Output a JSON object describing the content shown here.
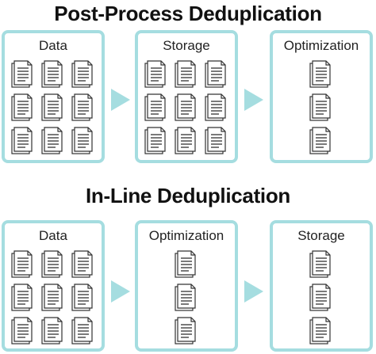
{
  "sections": [
    {
      "title": "Post-Process Deduplication",
      "panels": [
        {
          "label": "Data",
          "layout": "grid"
        },
        {
          "label": "Storage",
          "layout": "grid"
        },
        {
          "label": "Optimization",
          "layout": "column"
        }
      ]
    },
    {
      "title": "In-Line Deduplication",
      "panels": [
        {
          "label": "Data",
          "layout": "grid"
        },
        {
          "label": "Optimization",
          "layout": "column"
        },
        {
          "label": "Storage",
          "layout": "column"
        }
      ]
    }
  ],
  "colors": {
    "panel_border": "#a5dde0",
    "arrow": "#a5dde0",
    "doc_stroke": "#333333"
  }
}
